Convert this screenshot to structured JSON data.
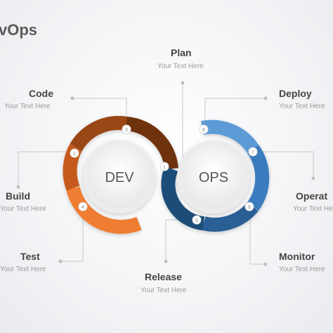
{
  "title": "vOps",
  "hub_left": "DEV",
  "hub_right": "OPS",
  "steps": [
    {
      "label": "Plan",
      "sub": "Your Text Here"
    },
    {
      "label": "Code",
      "sub": "Your Text Here"
    },
    {
      "label": "Build",
      "sub": "Your Text Here"
    },
    {
      "label": "Test",
      "sub": "Your Text Here"
    },
    {
      "label": "Release",
      "sub": "Your Text Here"
    },
    {
      "label": "Deploy",
      "sub": "Your Text Here"
    },
    {
      "label": "Operat",
      "sub": "Your Text Here"
    },
    {
      "label": "Monitor",
      "sub": "Your Text Here"
    }
  ],
  "badges": [
    "1",
    "2",
    "3",
    "4",
    "5",
    "6",
    "7",
    "8"
  ],
  "colors": {
    "orange": "#ef7d31",
    "dark_orange": "#c65a1a",
    "brown": "#7a3510",
    "navy": "#1f4e79",
    "blue": "#3a7bbf",
    "light_blue": "#5b9bd5"
  }
}
